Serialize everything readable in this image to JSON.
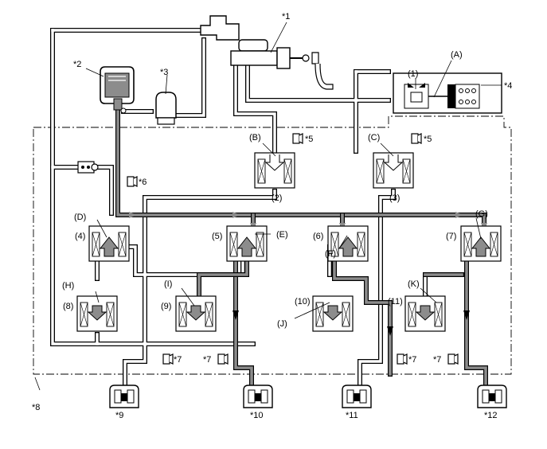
{
  "labels": {
    "master_cylinder": "*1",
    "reservoir": "*2",
    "accumulator_tank": "*3",
    "stroke_simulator_unit": "*4",
    "pressure_sensor_master_b": "*5",
    "pressure_sensor_master_c": "*5",
    "pressure_sensor_accumulator": "*6",
    "pressure_sensor_wheel_1": "*7",
    "pressure_sensor_wheel_2": "*7",
    "pressure_sensor_wheel_3": "*7",
    "pressure_sensor_wheel_4": "*7",
    "actuator_boundary": "*8",
    "wheel_cylinder_1": "*9",
    "wheel_cylinder_2": "*10",
    "wheel_cylinder_3": "*11",
    "wheel_cylinder_4": "*12"
  },
  "valves": {
    "v1": "(1)",
    "v2": "(2)",
    "v3": "(3)",
    "v4": "(4)",
    "v5": "(5)",
    "v6": "(6)",
    "v7": "(7)",
    "v8": "(8)",
    "v9": "(9)",
    "v10": "(10)",
    "v11": "(11)"
  },
  "callouts": {
    "a": "(A)",
    "b": "(B)",
    "c": "(C)",
    "d": "(D)",
    "e": "(E)",
    "f": "(F)",
    "g": "(G)",
    "h": "(H)",
    "i": "(I)",
    "j": "(J)",
    "k": "(K)"
  },
  "colors": {
    "pressurized_fluid": "#8c8c8c",
    "line": "#000000"
  }
}
